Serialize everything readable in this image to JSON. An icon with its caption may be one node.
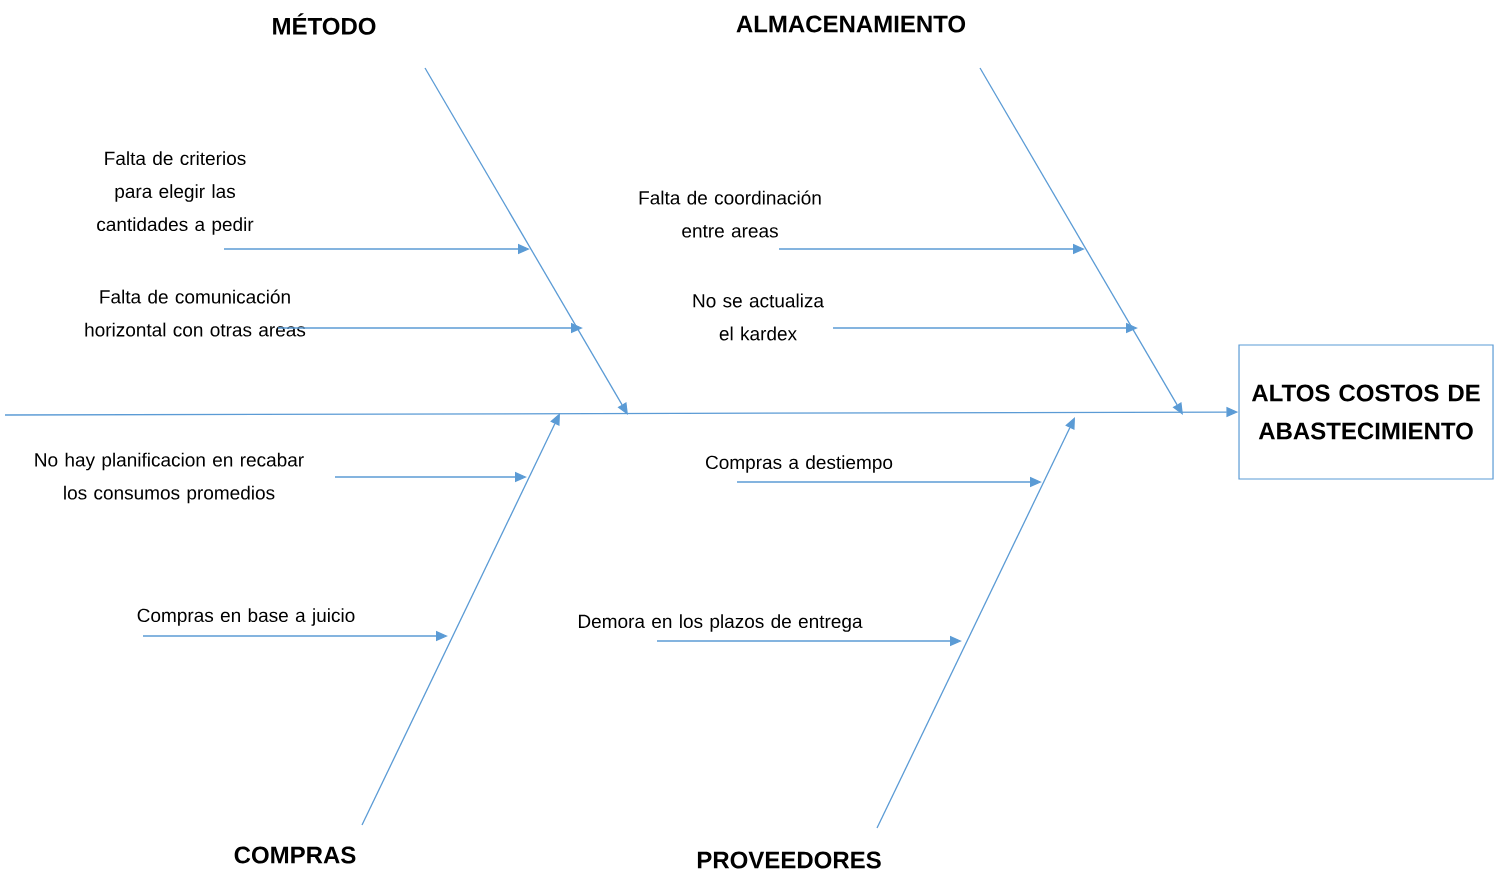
{
  "diagram": {
    "nodes": [
      {
        "text": [
          "ALTOS COSTOS DE ABASTECIMIENTO"
        ]
      },
      {
        "text": [
          "MÉTODO"
        ]
      },
      {
        "text": [
          "ALMACENAMIENTO"
        ]
      },
      {
        "text": [
          "COMPRAS"
        ]
      },
      {
        "text": [
          "PROVEEDORES"
        ]
      },
      {
        "text": [
          "Falta de criterios para elegir las cantidades  a pedir"
        ]
      },
      {
        "text": [
          "Falta de comunicación horizontal con otras areas"
        ]
      },
      {
        "text": [
          "Falta de coordinación entre areas"
        ]
      },
      {
        "text": [
          "No se actualiza el kardex"
        ]
      },
      {
        "text": [
          "No hay planificacion en recabar los consumos promedios"
        ]
      },
      {
        "text": [
          "Compras en base a juicio"
        ]
      },
      {
        "text": [
          "Compras a destiempo"
        ]
      },
      {
        "text": [
          "Demora en los plazos de entrega"
        ]
      }
    ],
    "edges": [
      {
        "from": null,
        "to": 0,
        "arrow": "to"
      },
      {
        "from": 1,
        "to": null,
        "arrow": "to"
      },
      {
        "from": 2,
        "to": null,
        "arrow": "to"
      },
      {
        "from": 3,
        "to": null,
        "arrow": "to"
      },
      {
        "from": 4,
        "to": null,
        "arrow": "to"
      },
      {
        "from": 5,
        "to": null,
        "arrow": "to"
      },
      {
        "from": 6,
        "to": null,
        "arrow": "to"
      },
      {
        "from": 7,
        "to": null,
        "arrow": "to"
      },
      {
        "from": 8,
        "to": null,
        "arrow": "to"
      },
      {
        "from": 9,
        "to": null,
        "arrow": "to"
      },
      {
        "from": 10,
        "to": null,
        "arrow": "to"
      },
      {
        "from": 11,
        "to": null,
        "arrow": "to"
      },
      {
        "from": 12,
        "to": null,
        "arrow": "to"
      }
    ]
  }
}
